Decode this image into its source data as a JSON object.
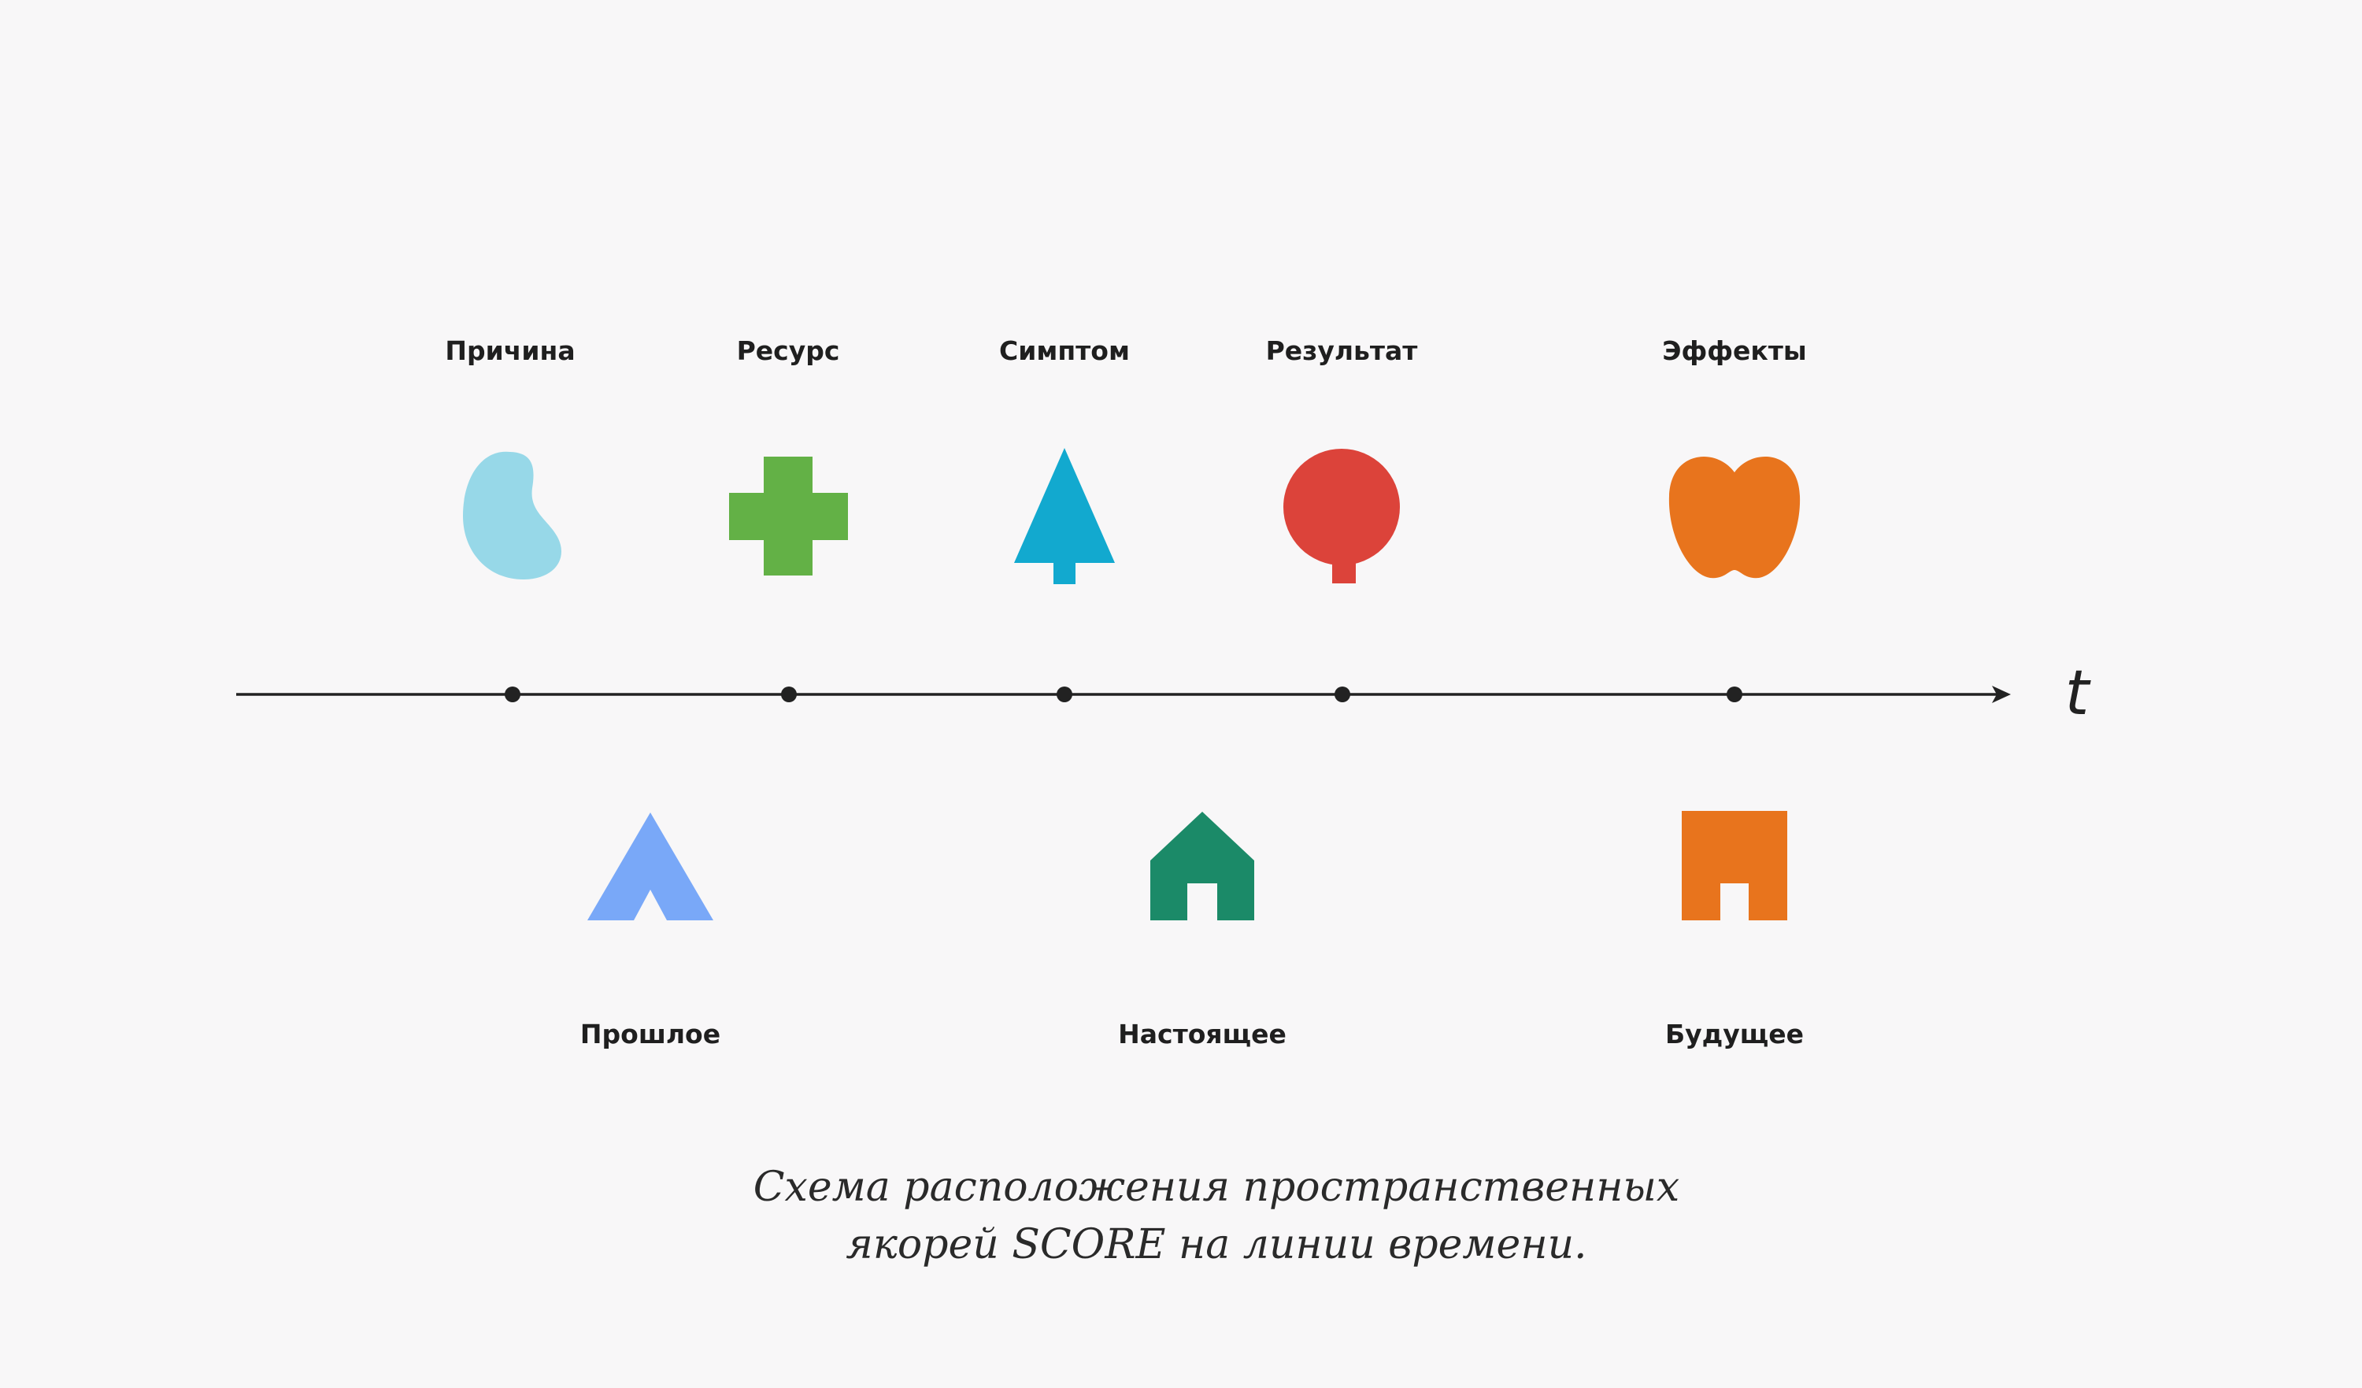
{
  "colors": {
    "background": "#f8f7f8",
    "axis": "#222222",
    "cause": "#97d8e8",
    "resource": "#63b146",
    "symptom": "#12a9cf",
    "result": "#dc433a",
    "effects": "#e8741d",
    "past": "#79a8f8",
    "present": "#1b8a68",
    "future": "#e8741d"
  },
  "axis": {
    "label": "t"
  },
  "anchors_top": [
    {
      "key": "cause",
      "label": "Причина",
      "icon": "bean-icon"
    },
    {
      "key": "resource",
      "label": "Ресурс",
      "icon": "plus-cross-icon"
    },
    {
      "key": "symptom",
      "label": "Симптом",
      "icon": "fir-tree-icon"
    },
    {
      "key": "result",
      "label": "Результат",
      "icon": "round-tree-icon"
    },
    {
      "key": "effects",
      "label": "Эффекты",
      "icon": "apple-icon"
    }
  ],
  "anchors_bottom": [
    {
      "key": "past",
      "label": "Прошлое",
      "icon": "tent-icon"
    },
    {
      "key": "present",
      "label": "Настоящее",
      "icon": "house-icon"
    },
    {
      "key": "future",
      "label": "Будущее",
      "icon": "gate-icon"
    }
  ],
  "caption": {
    "line1": "Схема расположения пространственных",
    "line2": "якорей SCORE на линии времени."
  }
}
